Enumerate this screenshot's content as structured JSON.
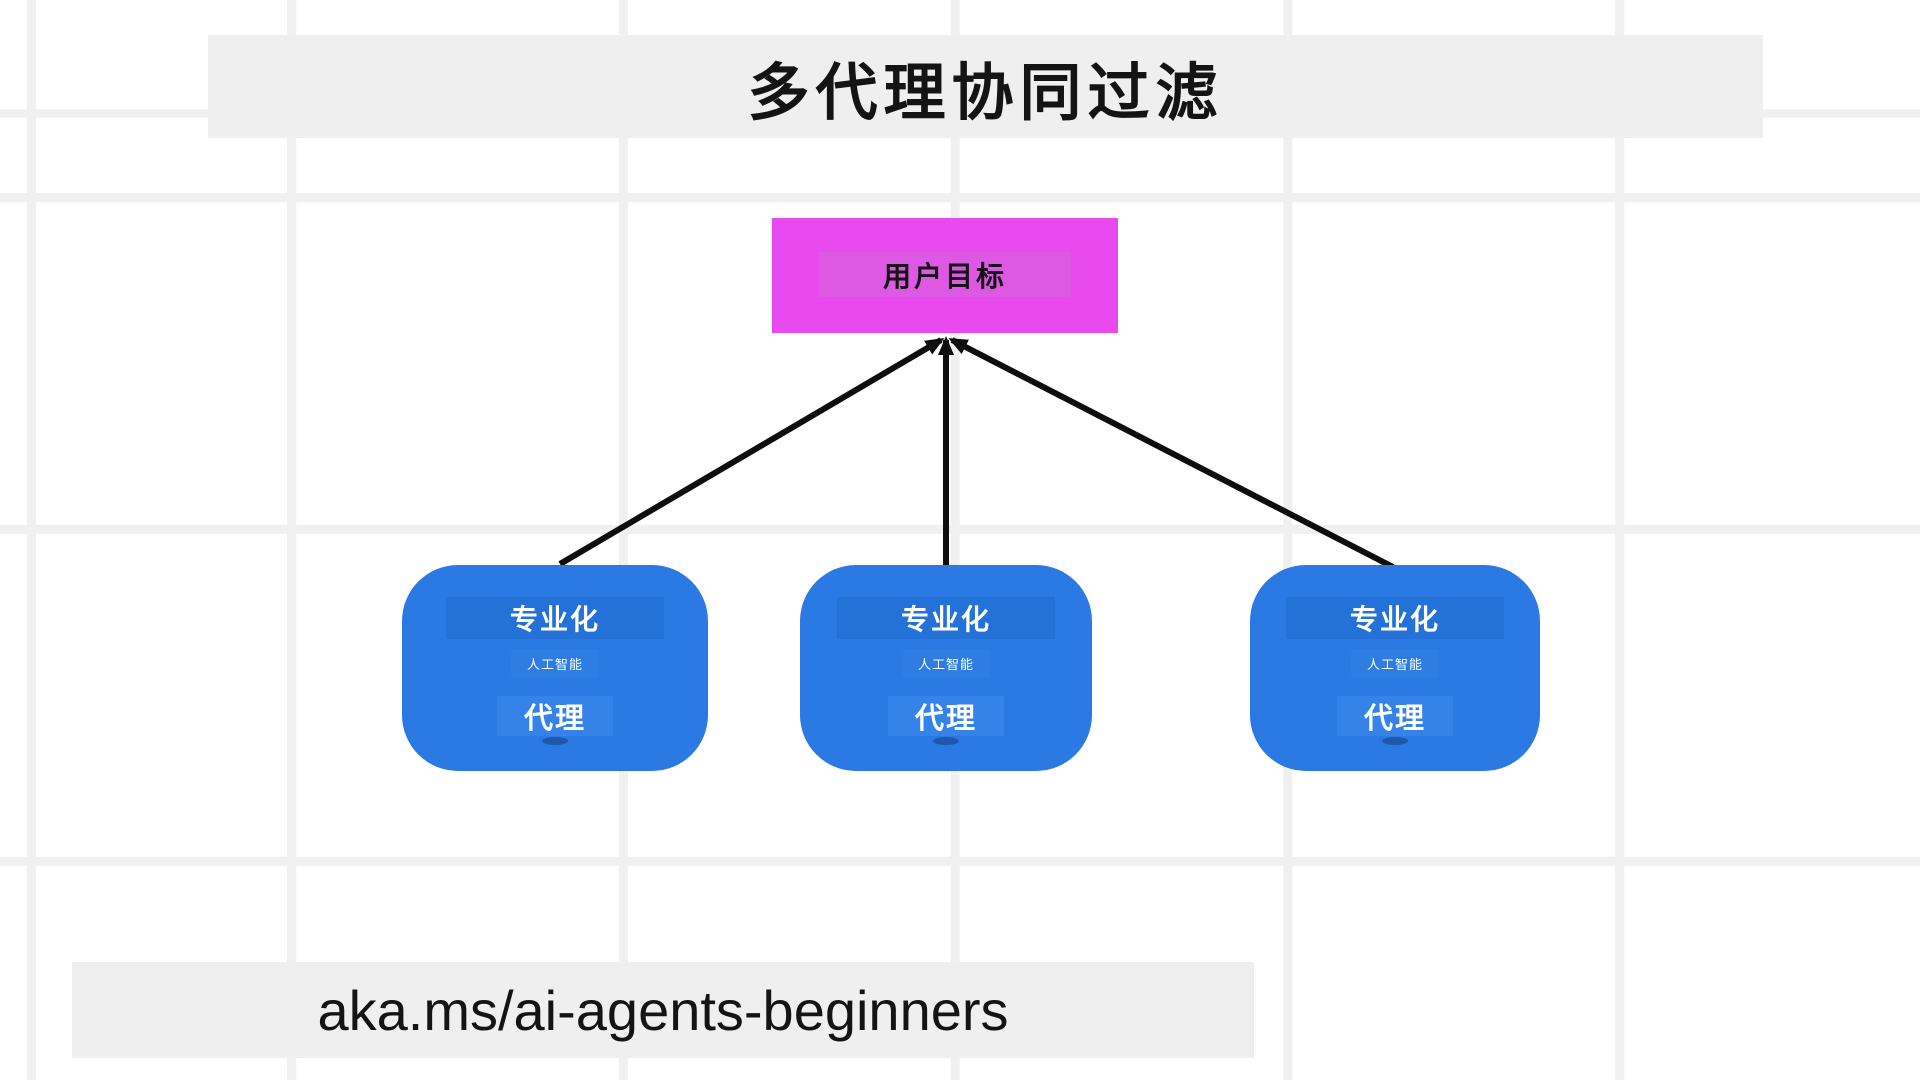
{
  "title_banner": {
    "text": "多代理协同过滤"
  },
  "footer_banner": {
    "text": "aka.ms/ai-agents-beginners"
  },
  "goal_node": {
    "label": "用户目标"
  },
  "agent_nodes": [
    {
      "specialization": "专业化",
      "subtitle": "人工智能",
      "role": "代理"
    },
    {
      "specialization": "专业化",
      "subtitle": "人工智能",
      "role": "代理"
    },
    {
      "specialization": "专业化",
      "subtitle": "人工智能",
      "role": "代理"
    }
  ],
  "colors": {
    "canvas_bg": "#ffffff",
    "grid_line": "#f0f0f0",
    "banner_bg": "#efefef",
    "title_text": "#141414",
    "goal_fill": "#e84af0",
    "goal_band": "#dd58e3",
    "goal_text": "#141414",
    "agent_fill": "#2b79e2",
    "agent_band_top": "#2471d8",
    "agent_band_mid": "#2f7de3",
    "agent_band_bottom": "#3583e8",
    "node_text": "#ffffff",
    "arrow": "#0e0e0e"
  }
}
